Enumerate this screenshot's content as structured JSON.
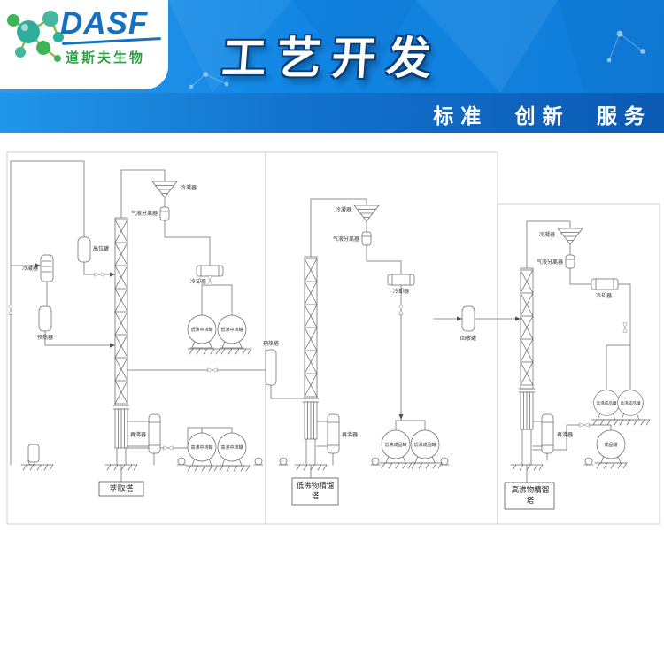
{
  "header": {
    "brand": "DASF",
    "brand_subtitle": "道斯夫生物",
    "title": "工艺开发",
    "tagline": "标准 创新 服务",
    "colors": {
      "banner_blue": "#1186e4",
      "strip_blue": "#0b5ab4",
      "logo_blue": "#1470c0",
      "logo_green": "#2f9e46",
      "diagram_line": "#6b6b6b"
    }
  },
  "diagram": {
    "section1": {
      "tower_name": "萃取塔",
      "condenser": "冷凝器",
      "separator": "气液分离器",
      "head_tank": "高位罐",
      "left_condenser": "冷凝器",
      "preheater": "预热器",
      "cooler": "冷却器",
      "transfer_tank_low_a": "低沸中转罐",
      "transfer_tank_low_b": "低沸中转罐",
      "reboiler": "再沸器",
      "transfer_tank_high_a": "高沸中转罐",
      "transfer_tank_high_b": "高沸中转罐"
    },
    "section2": {
      "tower_name_line1": "低沸物精馏",
      "tower_name_line2": "塔",
      "condenser": "冷凝器",
      "separator": "气液分离器",
      "cooler": "冷却器",
      "preheat_tower": "预热塔",
      "reboiler": "再沸器",
      "product_tank_a": "低沸成品罐",
      "product_tank_b": "低沸成品罐"
    },
    "section3": {
      "tower_name_line1": "高沸物精馏",
      "tower_name_line2": "塔",
      "condenser": "冷凝器",
      "separator": "气液分离器",
      "cooler": "冷却器",
      "recovery_tank": "回收罐",
      "product_tank_a": "高沸成品罐",
      "product_tank_b": "高沸成品罐",
      "reboiler": "再沸器",
      "product_tank": "成品罐"
    }
  }
}
